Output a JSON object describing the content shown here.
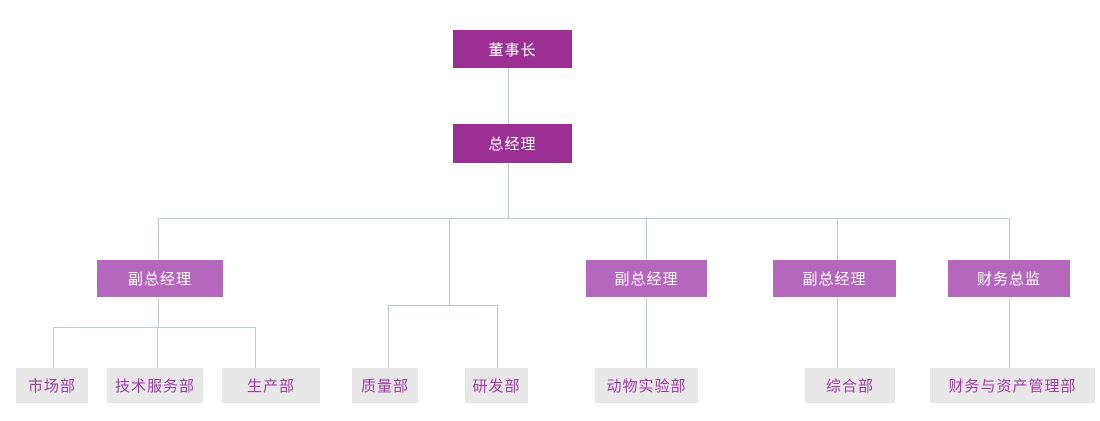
{
  "org_chart": {
    "type": "organization-chart",
    "nodes": {
      "chairman": {
        "label": "董事长",
        "level": 1
      },
      "gm": {
        "label": "总经理",
        "level": 2
      },
      "vgm1": {
        "label": "副总经理",
        "level": 3
      },
      "vgm2": {
        "label": "副总经理",
        "level": 3
      },
      "vgm3": {
        "label": "副总经理",
        "level": 3
      },
      "cfo": {
        "label": "财务总监",
        "level": 3
      },
      "dept_marketing": {
        "label": "市场部",
        "level": 4
      },
      "dept_tech": {
        "label": "技术服务部",
        "level": 4
      },
      "dept_prod": {
        "label": "生产部",
        "level": 4
      },
      "dept_quality": {
        "label": "质量部",
        "level": 4
      },
      "dept_rd": {
        "label": "研发部",
        "level": 4
      },
      "dept_animal": {
        "label": "动物实验部",
        "level": 4
      },
      "dept_general": {
        "label": "综合部",
        "level": 4
      },
      "dept_finance": {
        "label": "财务与资产管理部",
        "level": 4
      }
    },
    "edges": [
      [
        "chairman",
        "gm"
      ],
      [
        "gm",
        "vgm1"
      ],
      [
        "gm",
        "dept_quality"
      ],
      [
        "gm",
        "dept_rd"
      ],
      [
        "gm",
        "vgm2"
      ],
      [
        "gm",
        "vgm3"
      ],
      [
        "gm",
        "cfo"
      ],
      [
        "vgm1",
        "dept_marketing"
      ],
      [
        "vgm1",
        "dept_tech"
      ],
      [
        "vgm1",
        "dept_prod"
      ],
      [
        "vgm2",
        "dept_animal"
      ],
      [
        "vgm3",
        "dept_general"
      ],
      [
        "cfo",
        "dept_finance"
      ]
    ]
  },
  "colors": {
    "primary_box_bg": "#9B2F94",
    "secondary_box_bg": "#B467BC",
    "leaf_box_bg": "#E8E7E8",
    "leaf_text": "#9F3BA3",
    "box_text": "#FFFFFF",
    "connector_line": "#BDCCD4",
    "canvas_bg": "#FFFFFF"
  }
}
